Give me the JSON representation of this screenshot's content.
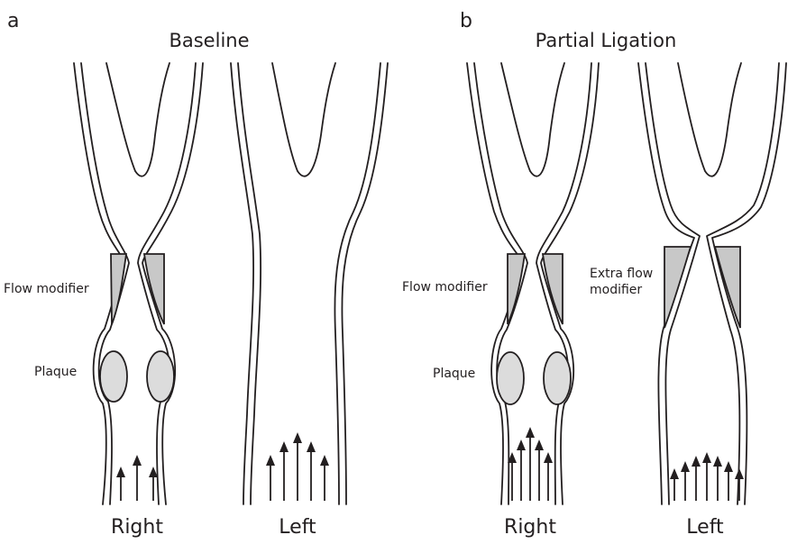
{
  "panels": [
    {
      "letter": "a",
      "title": "Baseline",
      "right_label": "Right",
      "left_label": "Left",
      "modifier_label": "Flow modifier",
      "plaque_label": "Plaque"
    },
    {
      "letter": "b",
      "title": "Partial Ligation",
      "right_label": "Right",
      "left_label": "Left",
      "modifier_label": "Flow modifier",
      "plaque_label": "Plaque",
      "extra_modifier_label": [
        "Extra flow",
        "modifier"
      ]
    }
  ],
  "colors": {
    "outline": "#231f20",
    "plaque_fill": "#dcdcdc",
    "modifier_fill": "#c8c8c8"
  }
}
